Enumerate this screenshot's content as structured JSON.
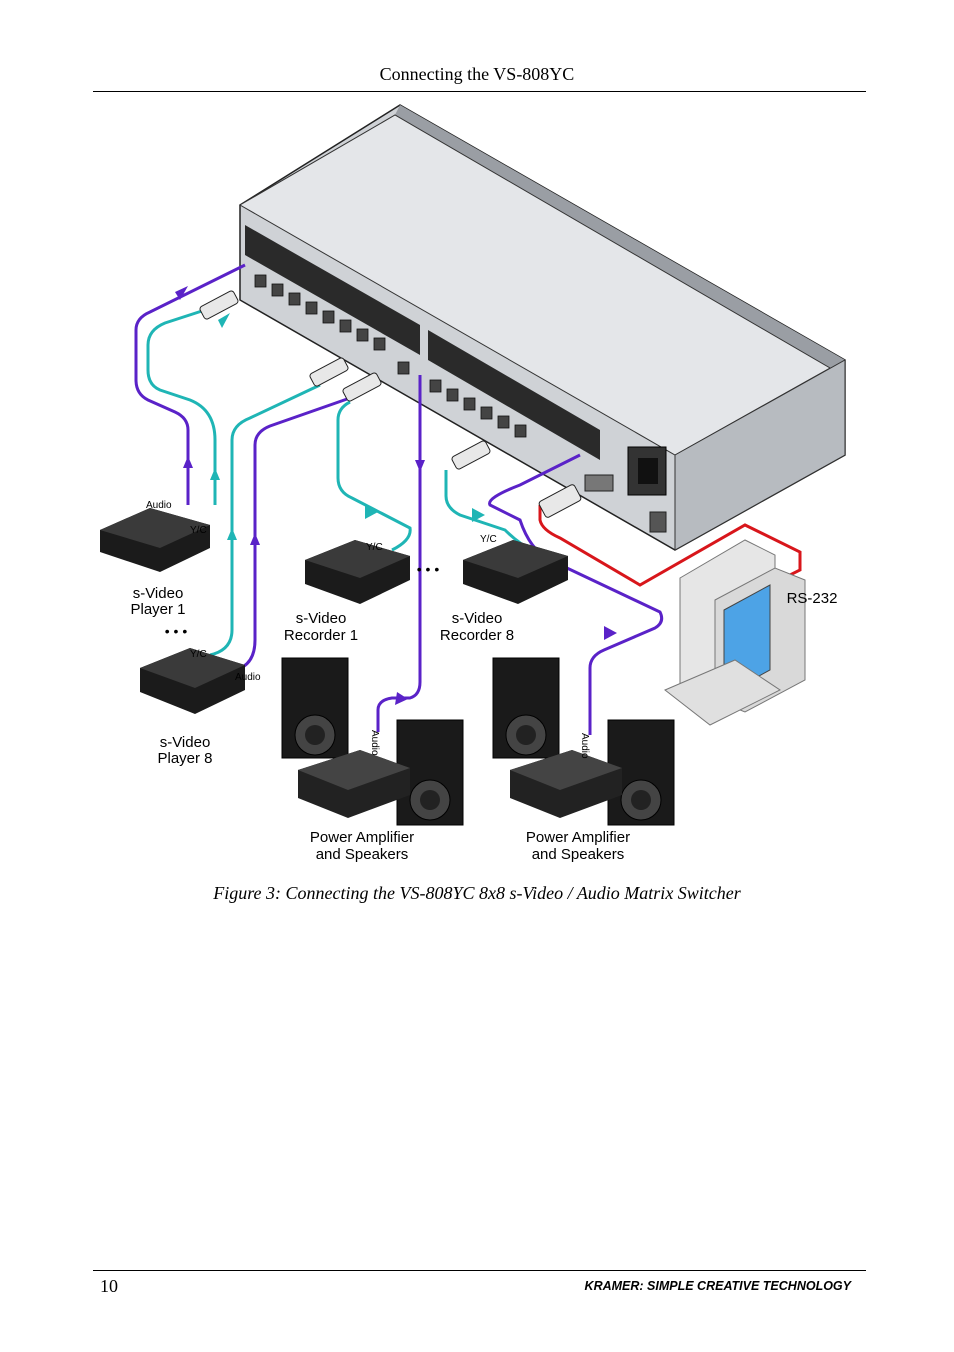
{
  "header": {
    "title": "Connecting the VS-808YC"
  },
  "figure": {
    "labels": {
      "player1_audio": "Audio",
      "player1_yc": "Y/C",
      "player1_name_l1": "s-Video",
      "player1_name_l2": "Player 1",
      "dots1": "• • •",
      "player8_yc": "Y/C",
      "player8_audio": "Audio",
      "player8_name_l1": "s-Video",
      "player8_name_l2": "Player 8",
      "rec1_yc": "Y/C",
      "rec1_name_l1": "s-Video",
      "rec1_name_l2": "Recorder 1",
      "dots2": "• • •",
      "rec8_yc": "Y/C",
      "rec8_name_l1": "s-Video",
      "rec8_name_l2": "Recorder 8",
      "rs232": "RS-232",
      "amp1_audio": "Audio",
      "amp1_name_l1": "Power Amplifier",
      "amp1_name_l2": "and Speakers",
      "amp2_audio": "Audio",
      "amp2_name_l1": "Power Amplifier",
      "amp2_name_l2": "and Speakers"
    },
    "colors": {
      "video_cable": "#1fb5b5",
      "audio_cable": "#5a22c8",
      "rs232_cable": "#d8161b"
    }
  },
  "caption": "Figure 3: Connecting the VS-808YC 8x8 s-Video / Audio Matrix Switcher",
  "footer": {
    "page_number": "10",
    "brand": "KRAMER:  SIMPLE CREATIVE TECHNOLOGY"
  }
}
